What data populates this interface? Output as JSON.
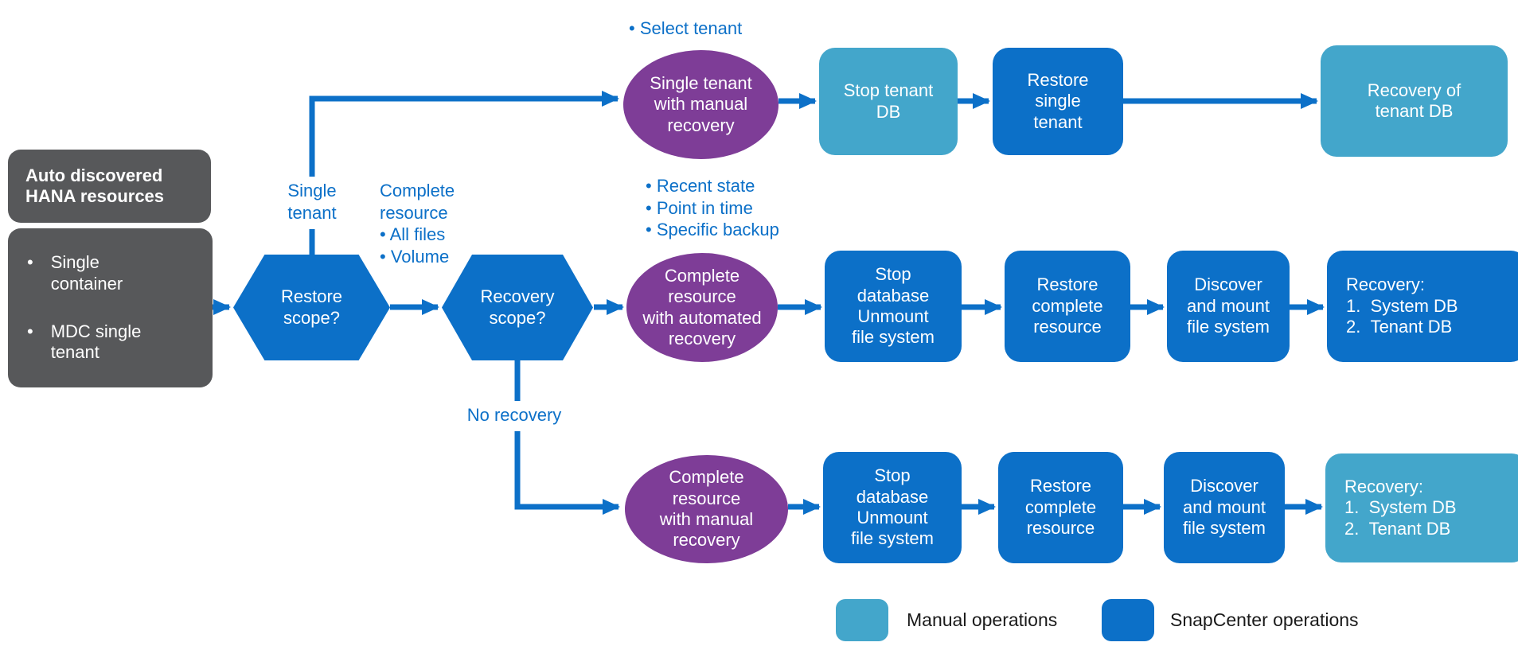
{
  "colors": {
    "snapcenter_blue": "#0C70C8",
    "manual_light_blue": "#43A6CB",
    "decision_purple": "#7E3D97",
    "source_gray": "#57585A",
    "label_blue": "#0C70C8",
    "legend_text": "#1A1A1A"
  },
  "bullet_char": "•",
  "source_box": {
    "title": "Auto discovered\nHANA resources",
    "bullets": [
      "Single container",
      "MDC single tenant"
    ]
  },
  "decisions": {
    "restore_scope": "Restore\nscope?",
    "recovery_scope": "Recovery\nscope?"
  },
  "branch_labels": {
    "select_tenant": "• Select tenant",
    "single_tenant": "Single\ntenant",
    "complete_resource": "Complete\nresource\n• All files\n• Volume",
    "recovery_options": "• Recent state\n• Point in time\n• Specific backup",
    "no_recovery": "No recovery"
  },
  "flows": {
    "top": {
      "entry": "Single tenant\nwith manual\nrecovery",
      "steps": [
        {
          "label": "Stop tenant\nDB",
          "type": "manual"
        },
        {
          "label": "Restore\nsingle\ntenant",
          "type": "snapcenter"
        },
        {
          "label": "Recovery of\ntenant DB",
          "type": "manual"
        }
      ]
    },
    "middle": {
      "entry": "Complete\nresource\nwith automated\nrecovery",
      "steps": [
        {
          "label": "Stop\ndatabase\nUnmount\nfile system",
          "type": "snapcenter"
        },
        {
          "label": "Restore\ncomplete\nresource",
          "type": "snapcenter"
        },
        {
          "label": "Discover\nand mount\nfile system",
          "type": "snapcenter"
        },
        {
          "label": "Recovery:\n1.  System DB\n2.  Tenant DB",
          "type": "snapcenter"
        }
      ]
    },
    "bottom": {
      "entry": "Complete\nresource\nwith manual\nrecovery",
      "steps": [
        {
          "label": "Stop\ndatabase\nUnmount\nfile system",
          "type": "snapcenter"
        },
        {
          "label": "Restore\ncomplete\nresource",
          "type": "snapcenter"
        },
        {
          "label": "Discover\nand mount\nfile system",
          "type": "snapcenter"
        },
        {
          "label": "Recovery:\n1.  System DB\n2.  Tenant DB",
          "type": "manual"
        }
      ]
    }
  },
  "legend": [
    {
      "label": "Manual operations",
      "type": "manual"
    },
    {
      "label": "SnapCenter operations",
      "type": "snapcenter"
    }
  ]
}
